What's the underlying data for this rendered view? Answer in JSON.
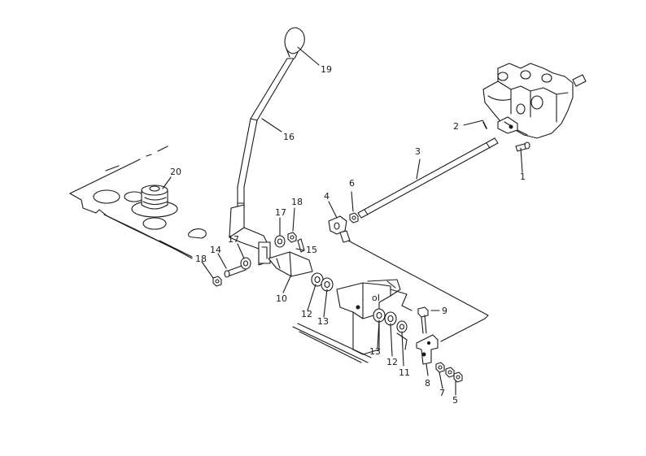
{
  "callouts": [
    {
      "id": "1",
      "text": "1"
    },
    {
      "id": "2",
      "text": "2"
    },
    {
      "id": "3",
      "text": "3"
    },
    {
      "id": "4",
      "text": "4"
    },
    {
      "id": "5",
      "text": "5"
    },
    {
      "id": "6",
      "text": "6"
    },
    {
      "id": "7",
      "text": "7"
    },
    {
      "id": "8",
      "text": "8"
    },
    {
      "id": "9",
      "text": "9"
    },
    {
      "id": "10",
      "text": "10"
    },
    {
      "id": "11",
      "text": "11"
    },
    {
      "id": "12a",
      "text": "12"
    },
    {
      "id": "12b",
      "text": "12"
    },
    {
      "id": "13a",
      "text": "13"
    },
    {
      "id": "13b",
      "text": "13"
    },
    {
      "id": "14",
      "text": "14"
    },
    {
      "id": "15",
      "text": "15"
    },
    {
      "id": "16",
      "text": "16"
    },
    {
      "id": "17a",
      "text": "17"
    },
    {
      "id": "17b",
      "text": "17"
    },
    {
      "id": "18a",
      "text": "18"
    },
    {
      "id": "18b",
      "text": "18"
    },
    {
      "id": "19",
      "text": "19"
    },
    {
      "id": "20",
      "text": "20"
    }
  ],
  "bracket_text": "oI"
}
